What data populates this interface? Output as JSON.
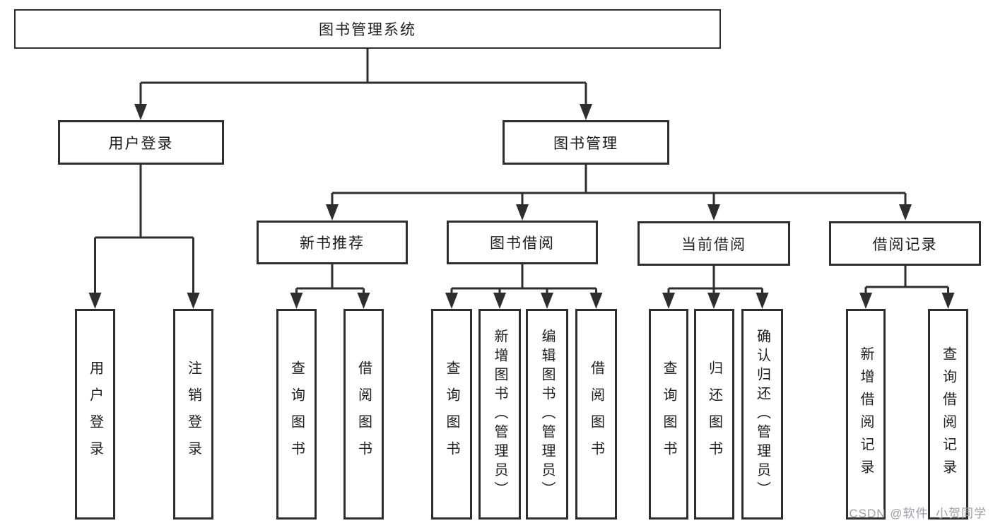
{
  "title": "图书管理系统",
  "colors": {
    "line": "#2e2e2e",
    "box_border": "#2e2e2e",
    "text": "#1d1d1f",
    "background": "#ffffff",
    "watermark": "#9e9ea6"
  },
  "tree": {
    "root": {
      "label": "图书管理系统"
    },
    "level1": [
      {
        "label": "用户登录"
      },
      {
        "label": "图书管理"
      }
    ],
    "level2": [
      {
        "label": "新书推荐"
      },
      {
        "label": "图书借阅"
      },
      {
        "label": "当前借阅"
      },
      {
        "label": "借阅记录"
      }
    ],
    "leaves": {
      "user_login": [
        {
          "label": "用户登录"
        },
        {
          "label": "注销登录"
        }
      ],
      "new_book_recommend": [
        {
          "label": "查询图书"
        },
        {
          "label": "借阅图书"
        }
      ],
      "book_borrow": [
        {
          "label": "查询图书"
        },
        {
          "label": "新增图书（管理员）"
        },
        {
          "label": "编辑图书（管理员）"
        },
        {
          "label": "借阅图书"
        }
      ],
      "current_borrow": [
        {
          "label": "查询图书"
        },
        {
          "label": "归还图书"
        },
        {
          "label": "确认归还（管理员）"
        }
      ],
      "borrow_records": [
        {
          "label": "新增借阅记录"
        },
        {
          "label": "查询借阅记录"
        }
      ]
    }
  },
  "watermark": {
    "text": "CSDN @软件_小贺同学"
  }
}
